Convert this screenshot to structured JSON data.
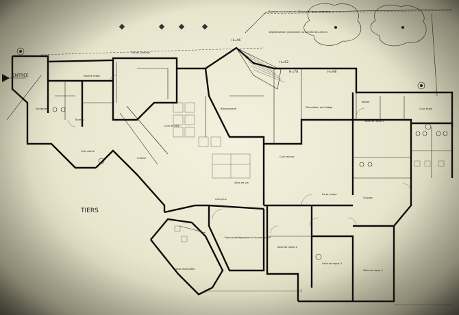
{
  "plan": {
    "labels": {
      "entree": "ENTREE",
      "tiers": "TIERS",
      "h46": "H=46",
      "h62": "H=62",
      "h78": "H=78",
      "h98": "H=98",
      "porte_bureaux": "Portes bureaux",
      "cour_ecole": "Cour école",
      "coin_lecture": "Coin lecture",
      "coin_calme": "Coin calme",
      "coin_jeux": "Coin jeux",
      "coin_dinette": "Coin dinette",
      "porte_classe": "Porte classe",
      "salle_repos_1": "Salle de repos 1",
      "salle_repos_2": "Salle de repos 2",
      "salle_repos_3": "Salle de repos 3",
      "salle_repos_4": "Salle de repos 4",
      "salle_vie": "Salle de vie",
      "espace_repas": "Espace repas",
      "sanitaires": "Sanitaires",
      "change": "Change",
      "bureau": "Bureau",
      "cuisine": "Cuisine",
      "biberonnerie": "Biberonnerie",
      "atelier": "Atelier",
      "espace_pedagogique": "Espace pédagogique et du personnel",
      "salle_activites": "Salle d'activités",
      "demolition": "Démolition de l'allège",
      "note_top": "Barrière sur murets et clôture de l'école existante",
      "note_vegetal": "Végétalisation (existante) conservée des arbres"
    }
  }
}
